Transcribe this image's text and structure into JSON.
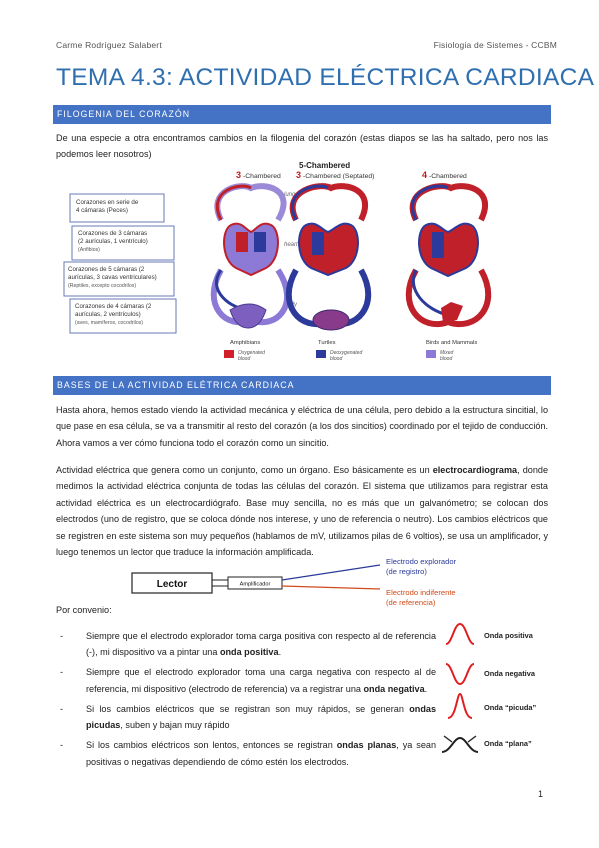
{
  "header": {
    "author": "Carme Rodríguez Salabert",
    "course": "Fisiologia de Sistemes - CCBM"
  },
  "title": "TEMA 4.3: ACTIVIDAD ELÉCTRICA CARDIACA",
  "section1": {
    "heading": "FILOGENIA DEL CORAZÓN",
    "paragraph": "De una especie a otra encontramos cambios en la filogenia del corazón (estas diapos se las ha saltado, pero nos las podemos leer nosotros)"
  },
  "figure1": {
    "boxes": [
      {
        "line1": "Corazones en serie de",
        "line2": "4 cámaras (Peces)",
        "line3": "",
        "note": ""
      },
      {
        "line1": "Corazones de 3 cámaras",
        "line2": "(2 aurículas, 1 ventrículo)",
        "line3": "",
        "note": "(Anfibios)"
      },
      {
        "line1": "Corazones de 5 cámaras (2",
        "line2": "aurículas, 3 cavas ventriculares)",
        "line3": "",
        "note": "(Reptiles, excepto cocodrilos)"
      },
      {
        "line1": "Corazones de 4 cámaras (2",
        "line2": "aurículas, 2 ventrículos)",
        "line3": "",
        "note": "(aves, mamíferos, cocodrilos)"
      }
    ],
    "col_titles": [
      {
        "num": "3",
        "rest": "-Chambered",
        "top": ""
      },
      {
        "num": "3",
        "rest": "-Chambered (Septated)",
        "top": "5-Chambered"
      },
      {
        "num": "4",
        "rest": "-Chambered",
        "top": ""
      }
    ],
    "row_labels": [
      "lungs",
      "heart",
      "body"
    ],
    "animals": [
      "Amphibians",
      "Turtles",
      "Birds and Mammals"
    ],
    "legend": [
      {
        "label1": "Oxygenated",
        "label2": "blood",
        "color": "#d0202a"
      },
      {
        "label1": "Deoxygenated",
        "label2": "blood",
        "color": "#2b3a9b"
      },
      {
        "label1": "Mixed",
        "label2": "blood",
        "color": "#8c7ad6"
      }
    ]
  },
  "section2": {
    "heading": "BASES DE LA ACTIVIDAD ELÉTRICA CARDIACA",
    "p1": "Hasta ahora, hemos estado viendo la actividad mecánica y eléctrica de una célula, pero debido a la estructura sincitial, lo que pase en esa célula, se va a transmitir al resto del corazón (a los dos sincitios) coordinado por el tejido de conducción. Ahora vamos a ver cómo funciona todo el corazón como un sincitio.",
    "p2a": "Actividad eléctrica que genera como un conjunto, como un órgano. Eso básicamente es un ",
    "p2b": "electrocardiograma",
    "p2c": ", donde medimos la actividad eléctrica conjunta de todas las células del corazón. El sistema que utilizamos para registrar esta actividad eléctrica es un electrocardiógrafo. Base muy sencilla, no es más que un galvanómetro; se colocan dos electrodos (uno de registro, que se coloca dónde nos interese, y uno de referencia o neutro). Los cambios eléctricos que se registren en este sistema son muy pequeños (hablamos de mV, utilizamos pilas de 6 voltios), se usa un amplificador, y luego tenemos un lector que traduce la información amplificada.",
    "convention": "Por convenio:"
  },
  "figure2": {
    "lector": "Lector",
    "amplifier": "Amplificador",
    "electrode1_l1": "Electrodo explorador",
    "electrode1_l2": "(de registro)",
    "electrode2_l1": "Electrodo indiferente",
    "electrode2_l2": "(de referencia)"
  },
  "bullets": [
    {
      "dash": "-",
      "a": "Siempre que el electrodo explorador toma carga positiva con respecto al de referencia (-), mi dispositivo va a pintar una ",
      "b": "onda positiva",
      "c": "."
    },
    {
      "dash": "-",
      "a": "Siempre que el electrodo explorador toma una carga negativa con respecto al de referencia, mi dispositivo (electrodo de referencia) va a registrar una ",
      "b": "onda negativa",
      "c": "."
    },
    {
      "dash": "-",
      "a": "Si los cambios eléctricos que se registran son muy rápidos, se generan ",
      "b": "ondas picudas",
      "c": ", suben y bajan muy rápido"
    },
    {
      "dash": "-",
      "a": " Si los cambios eléctricos son lentos, entonces se registran ",
      "b": "ondas planas",
      "c": ", ya sean positivas o negativas dependiendo de cómo estén los electrodos."
    }
  ],
  "waves": [
    {
      "label": "Onda positiva",
      "color": "#e02020"
    },
    {
      "label": "Onda negativa",
      "color": "#e02020"
    },
    {
      "label": "Onda “picuda”",
      "color": "#e02020"
    },
    {
      "label": "Onda “plana”",
      "color": "#222222"
    }
  ],
  "page_number": "1"
}
